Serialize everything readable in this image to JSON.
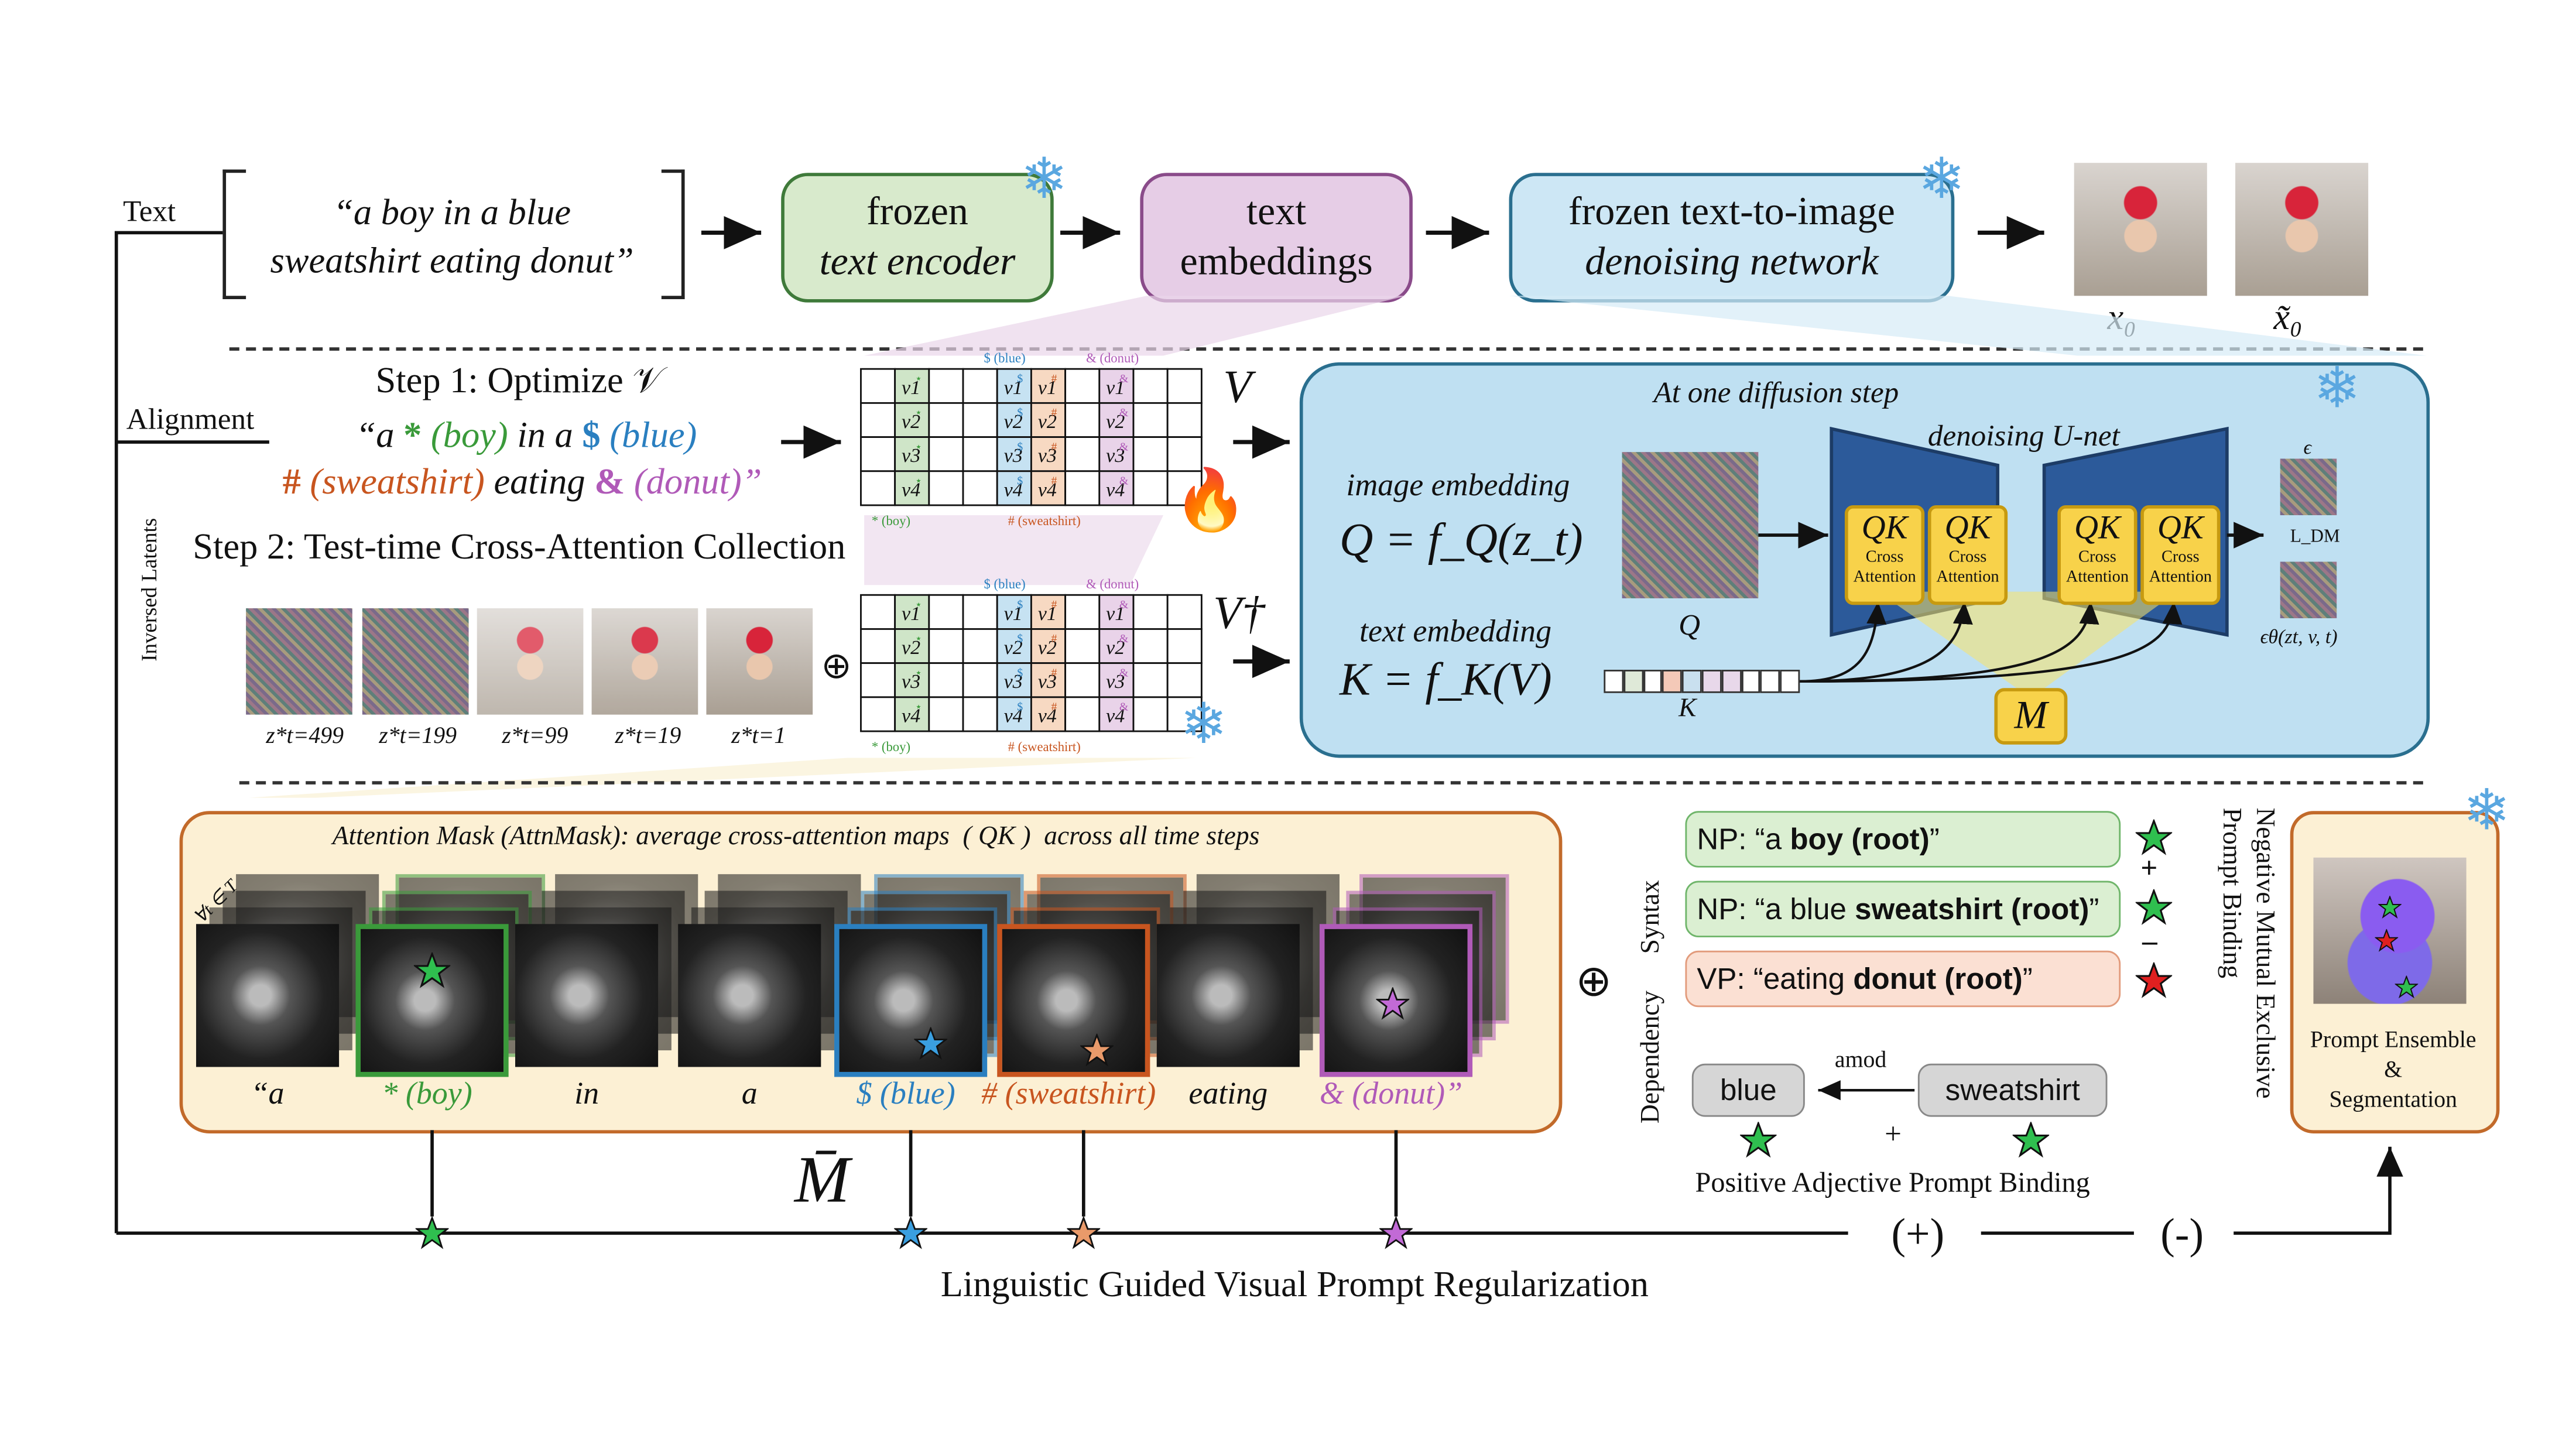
{
  "row1": {
    "text_label": "Text",
    "prompt_line1": "“a boy in a blue",
    "prompt_line2": "sweatshirt eating donut”",
    "encoder_line1": "frozen",
    "encoder_line2": "text encoder",
    "embeddings_line1": "text",
    "embeddings_line2": "embeddings",
    "denoiser_line1": "frozen text-to-image",
    "denoiser_line2": "denoising network",
    "x0_label": "x₀",
    "x0_tilde_label": "x̃₀"
  },
  "step1": {
    "alignment_label": "Alignment",
    "title": "Step 1: Optimize 𝒱",
    "prompt_a": "“a",
    "sym_star": "*",
    "w_boy": "(boy)",
    "in_a": "in a",
    "sym_dollar": "$",
    "w_blue": "(blue)",
    "sym_hash": "#",
    "w_sweatshirt": "(sweatshirt)",
    "eating": "eating",
    "sym_amp": "&",
    "w_donut": "(donut)”",
    "matrix_label": "V",
    "step2_title": "Step 2: Test-time Cross-Attention Collection",
    "matrix2_label": "V†",
    "col_star": "* (boy)",
    "col_hash": "# (sweatshirt)",
    "col_dollar": "$ (blue)",
    "col_amp": "& (donut)",
    "inversed_latents": "Inversed Latents",
    "latents": [
      "z*t=499",
      "z*t=199",
      "z*t=99",
      "z*t=19",
      "z*t=1"
    ]
  },
  "unet": {
    "title": "At one diffusion step",
    "unet_title": "denoising U-net",
    "image_embedding": "image embedding",
    "q_eq": "Q = f_Q(z_t)",
    "text_embedding": "text embedding",
    "k_eq": "K = f_K(V)",
    "q_label": "Q",
    "k_label": "K",
    "qk": "QK",
    "cross": "Cross",
    "attention": "Attention",
    "m_label": "M",
    "epsilon": "ϵ",
    "ldm": "L_DM",
    "eps_theta": "ϵθ(zt, v, t)"
  },
  "mask": {
    "title": "Attention Mask (AttnMask): average cross-attention maps  ( QK )  across all time steps",
    "forall": "∀t ∈ T",
    "words": [
      "“a",
      "* (boy)",
      "in",
      "a",
      "$ (blue)",
      "# (sweatshirt)",
      "eating",
      "& (donut)”"
    ],
    "mbar": "M̄"
  },
  "syntax": {
    "syntax_label": "Syntax",
    "np1_pre": "NP: “a ",
    "np1_bold": "boy (root)",
    "np1_post": "”",
    "np2_pre": "NP: “a blue ",
    "np2_bold": "sweatshirt (root)",
    "np2_post": "”",
    "vp_pre": "VP: “eating ",
    "vp_bold": "donut (root)",
    "vp_post": "”",
    "plus": "+",
    "minus": "–",
    "side_line1": "Negative Mutual Exclusive",
    "side_line2": "Prompt Binding",
    "dependency_label": "Dependency",
    "dep_blue": "blue",
    "dep_sweatshirt": "sweatshirt",
    "amod": "amod",
    "dep_plus": "+",
    "positive": "Positive Adjective Prompt Binding"
  },
  "ensemble": {
    "line1": "Prompt Ensemble",
    "line2": "&",
    "line3": "Segmentation"
  },
  "bottom": {
    "regularization": "Linguistic Guided Visual Prompt Regularization",
    "plus_paren": "(+)",
    "minus_paren": "(-)",
    "oplus": "⊕"
  },
  "colors": {
    "green": "#3a9a3a",
    "blue": "#2a7fc0",
    "orange": "#c8551f",
    "purple": "#b05ab8",
    "encoder_fill": "#d8eacc",
    "embed_fill": "#e6cde6",
    "denoise_fill": "#cde7f5",
    "mask_fill": "#fcf0d4"
  }
}
